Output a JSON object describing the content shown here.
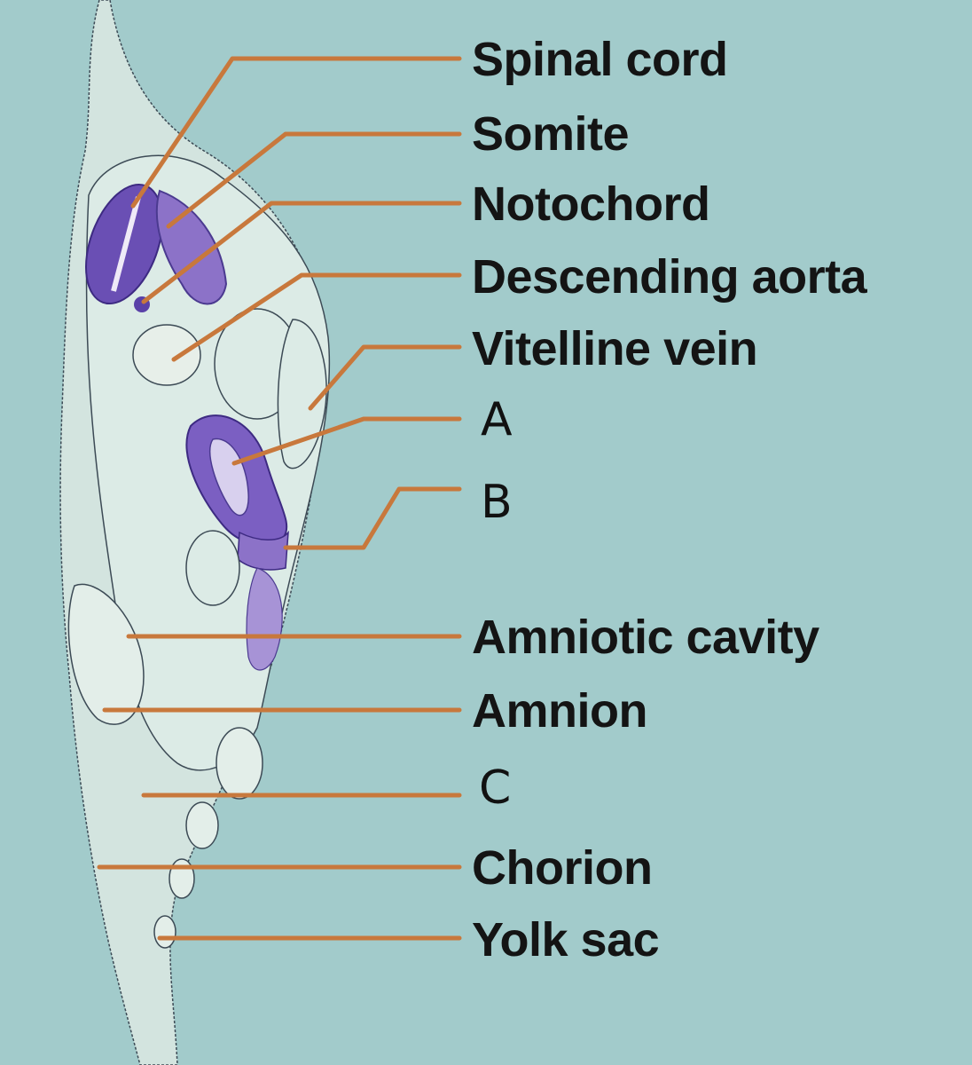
{
  "diagram": {
    "labels": [
      {
        "key": "spinal_cord",
        "text": "Spinal cord"
      },
      {
        "key": "somite",
        "text": "Somite"
      },
      {
        "key": "notochord",
        "text": "Notochord"
      },
      {
        "key": "descending_aorta",
        "text": "Descending aorta"
      },
      {
        "key": "vitelline_vein",
        "text": "Vitelline vein"
      },
      {
        "key": "a",
        "text": "A"
      },
      {
        "key": "b",
        "text": "B"
      },
      {
        "key": "amniotic_cavity",
        "text": "Amniotic cavity"
      },
      {
        "key": "amnion",
        "text": "Amnion"
      },
      {
        "key": "c",
        "text": "C"
      },
      {
        "key": "chorion",
        "text": "Chorion"
      },
      {
        "key": "yolk_sac",
        "text": "Yolk sac"
      }
    ]
  },
  "colors": {
    "background": "#a2cbcb",
    "leader_line": "#c8783c",
    "tissue_stain": "#6a4fb4",
    "tissue_light": "#cfe3dc"
  }
}
